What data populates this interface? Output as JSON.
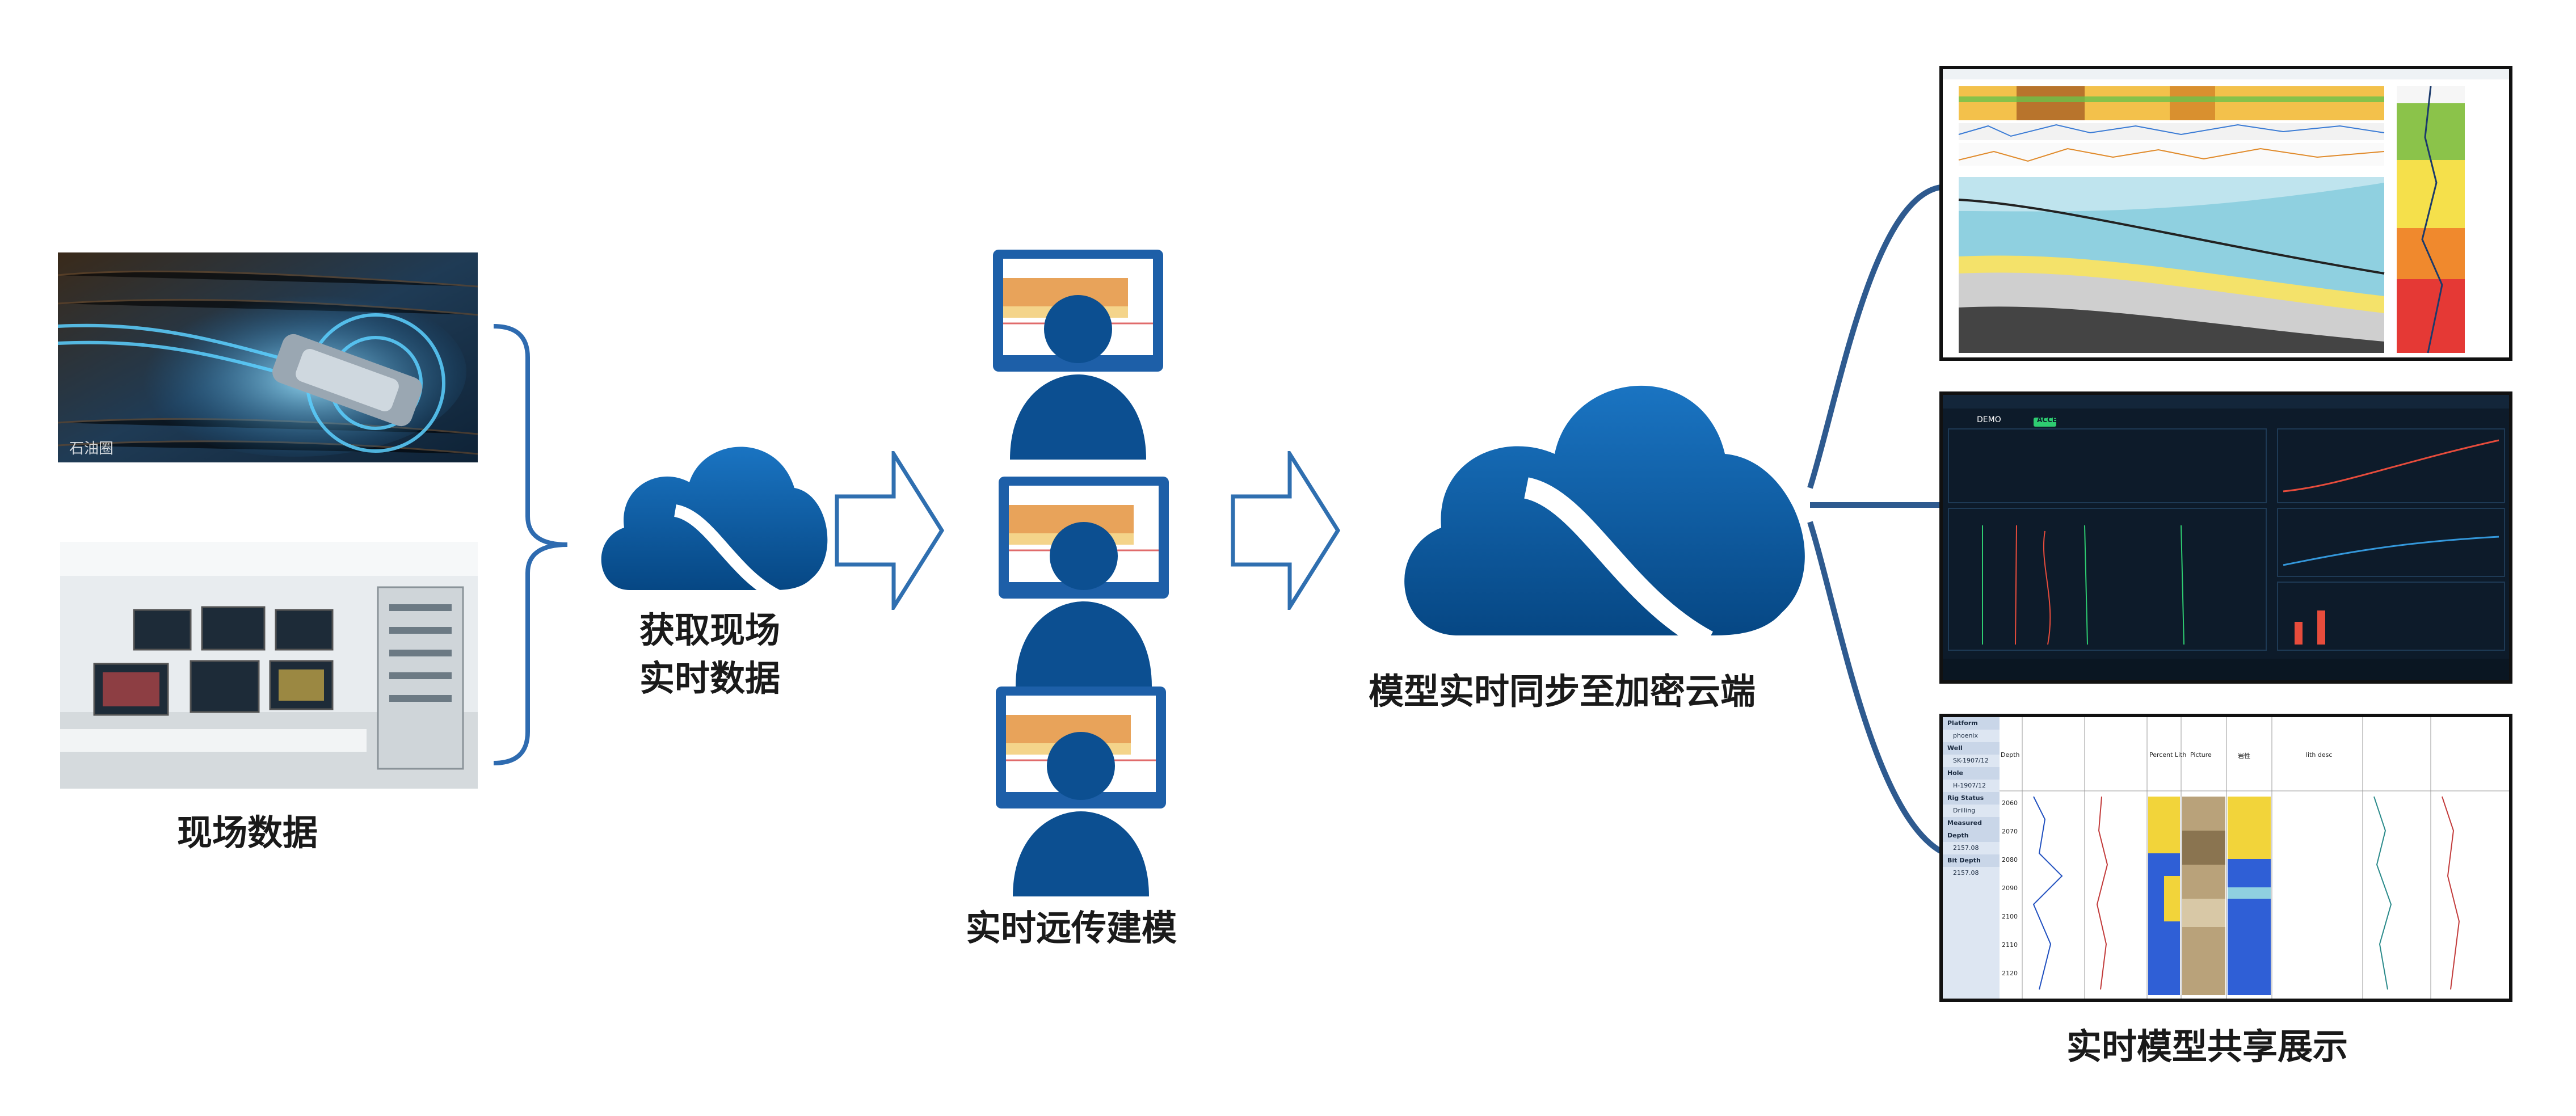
{
  "labels": {
    "site_data": "现场数据",
    "acquire_line1": "获取现场",
    "acquire_line2": "实时数据",
    "remote_modeling": "实时远传建模",
    "cloud_sync": "模型实时同步至加密云端",
    "shared_display": "实时模型共享展示"
  },
  "photo_top": {
    "watermark": "石油圈"
  },
  "panel_middle": {
    "brand": "DEMO",
    "status_badge": "ACCE"
  },
  "panel_bottom": {
    "sidebar": [
      "Platform",
      "phoenix",
      "Well",
      "SK-1907/12",
      "Hole",
      "H-1907/12",
      "Rig Status",
      "Drilling",
      "Measured Depth",
      "2157.08",
      "Bit Depth",
      "2157.08"
    ],
    "track_headers": [
      "Depth",
      "Percent Lith",
      "Picture",
      "岩性",
      "lith desc"
    ],
    "depth_ticks": [
      "2060",
      "2070",
      "2080",
      "2090",
      "2100",
      "2110",
      "2120"
    ]
  },
  "colors": {
    "brand_blue": "#0d5fa6",
    "brand_dark": "#06407a",
    "arrow_stroke": "#2f6fb0",
    "bracket": "#2e6bb0",
    "connector": "#2e5a8f"
  }
}
